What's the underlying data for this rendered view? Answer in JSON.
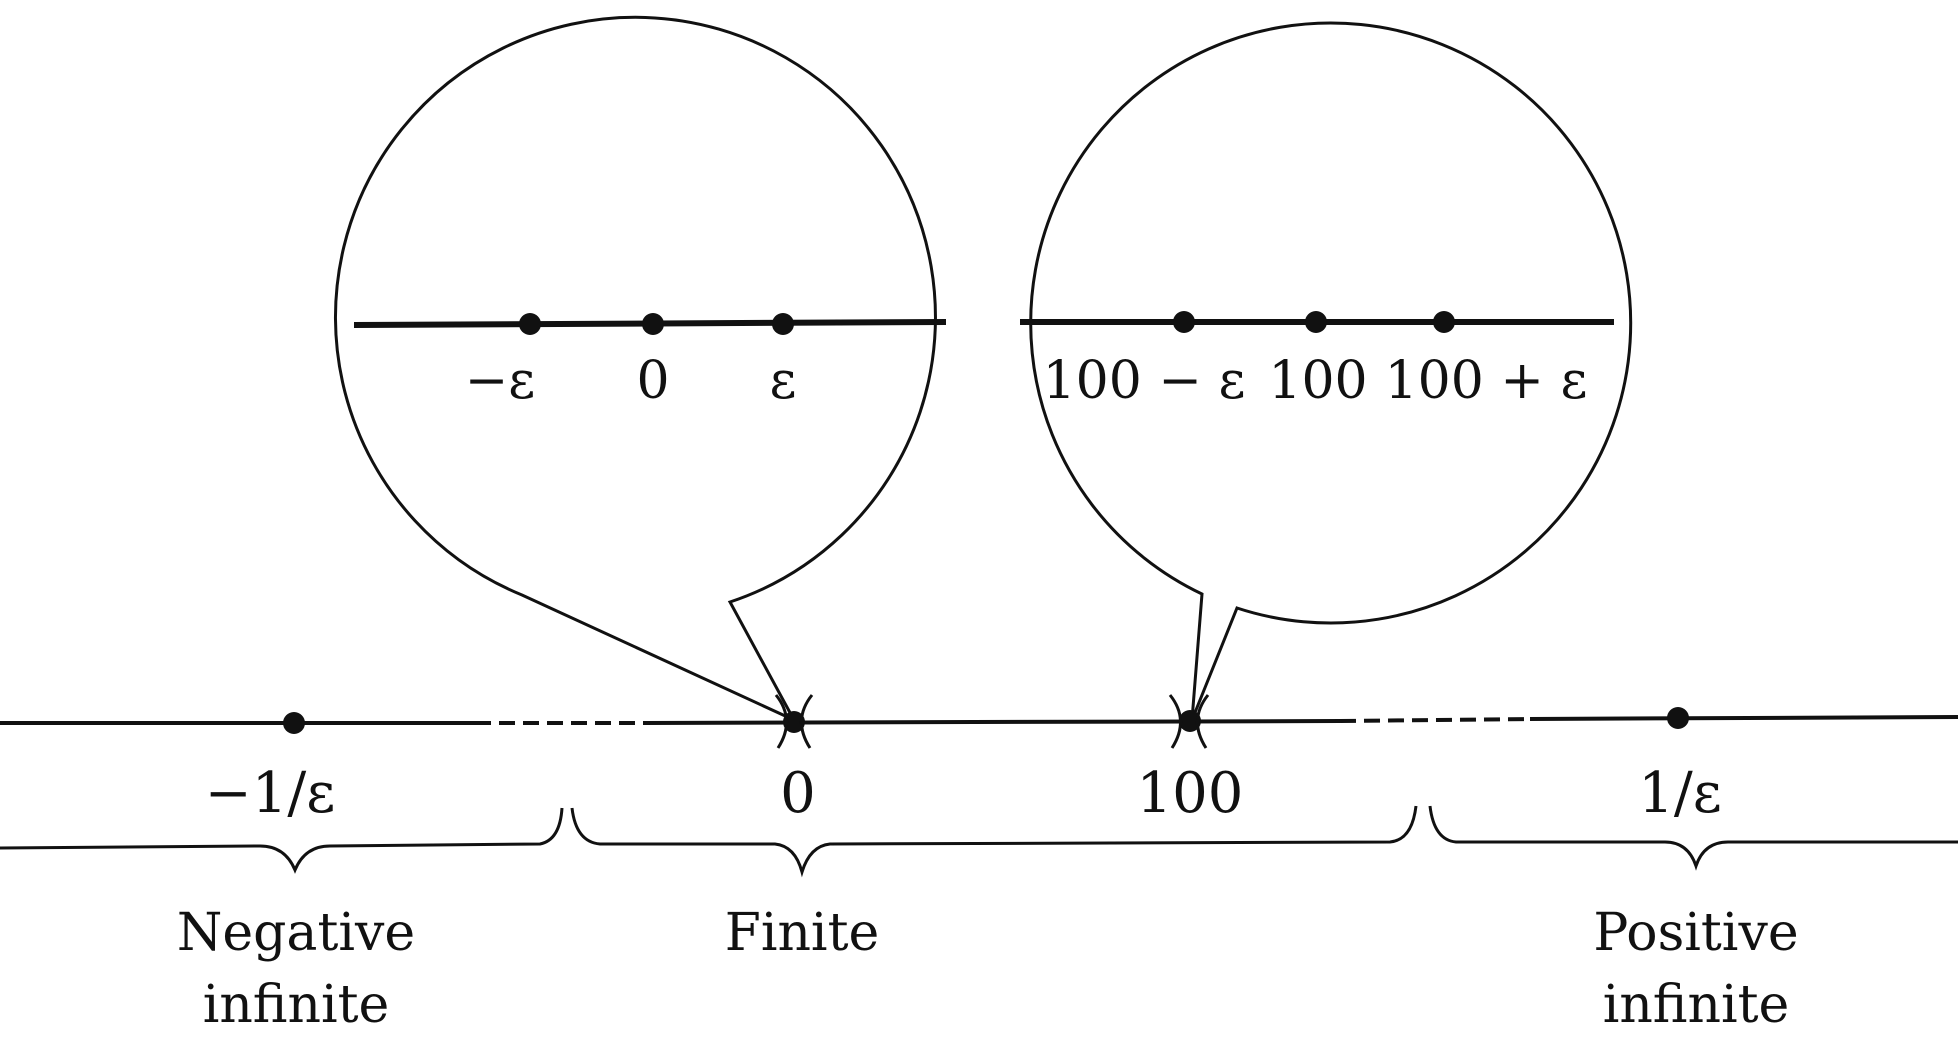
{
  "colors": {
    "ink": "#111111",
    "background": "#ffffff"
  },
  "magnifiers": [
    {
      "points": [
        "−ε",
        "0",
        "ε"
      ]
    },
    {
      "points": [
        "100 − ε",
        "100",
        "100 + ε"
      ]
    }
  ],
  "main_line": {
    "point_labels": [
      "−1/ε",
      "0",
      "100",
      "1/ε"
    ]
  },
  "regions": {
    "negative": {
      "line1": "Negative",
      "line2": "infinite"
    },
    "finite": {
      "line1": "Finite"
    },
    "positive": {
      "line1": "Positive",
      "line2": "infinite"
    }
  }
}
